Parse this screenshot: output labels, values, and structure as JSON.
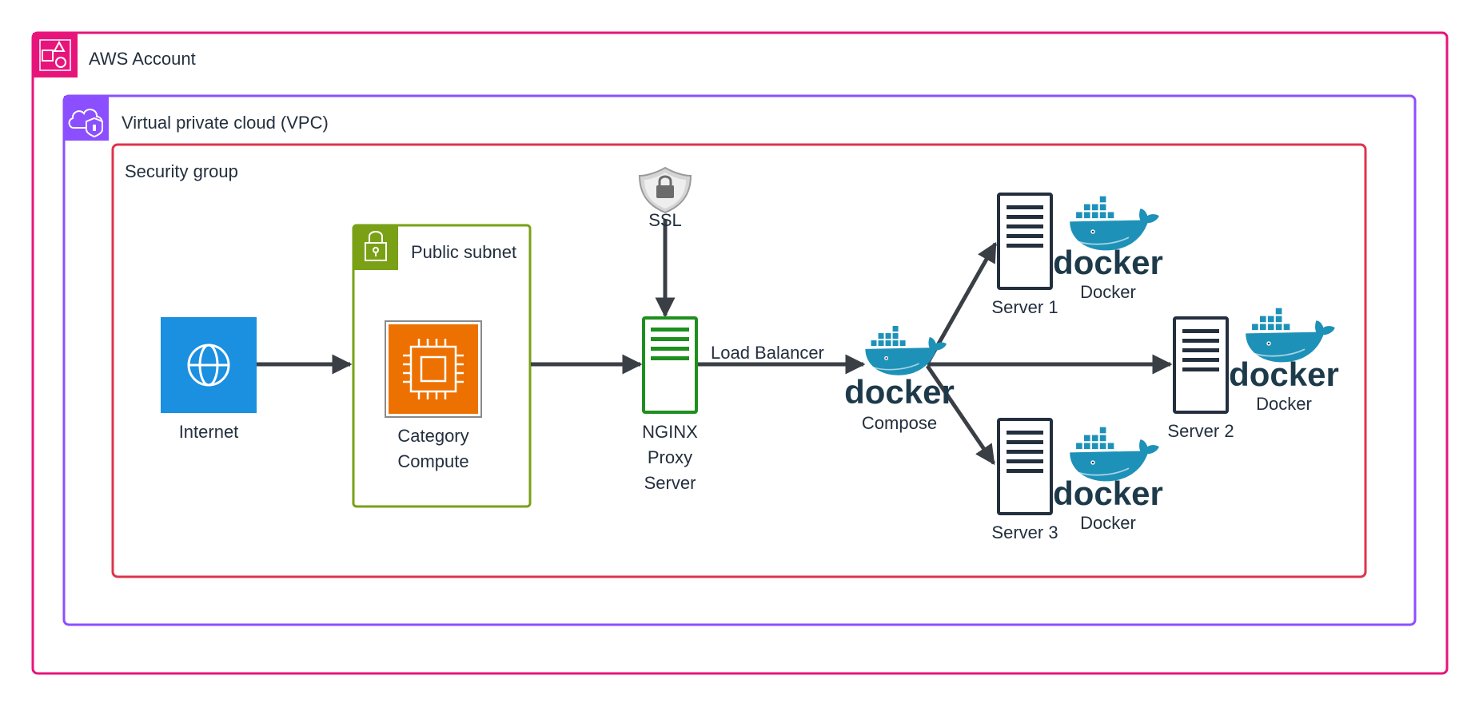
{
  "groups": {
    "aws_account": "AWS Account",
    "vpc": "Virtual private cloud (VPC)",
    "security_group": "Security group",
    "public_subnet": "Public subnet"
  },
  "nodes": {
    "internet": "Internet",
    "compute": [
      "Category",
      "Compute"
    ],
    "ssl": "SSL",
    "nginx": [
      "NGINX",
      "Proxy",
      "Server"
    ],
    "compose": "Compose",
    "server1": "Server 1",
    "server2": "Server 2",
    "server3": "Server 3",
    "docker_label": "Docker",
    "docker_wordmark": "docker"
  },
  "edges": {
    "load_balancer": "Load Balancer"
  },
  "colors": {
    "aws_account": "#e7157b",
    "vpc": "#8c4fff",
    "security_group": "#dd344c",
    "public_subnet": "#7aa116",
    "internet": "#1b8fe0",
    "compute": "#ed7100",
    "nginx": "#1e8f1e",
    "docker": "#1d91b8",
    "arrow": "#3a3f46"
  }
}
